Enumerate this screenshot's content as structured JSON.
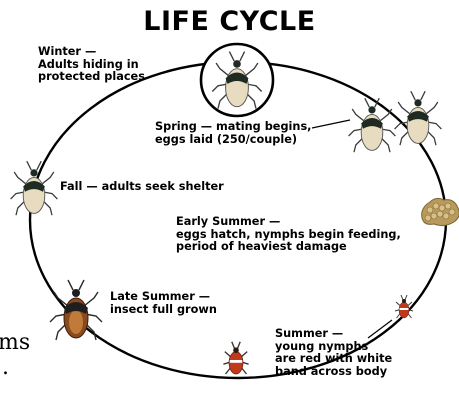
{
  "title": "LIFE CYCLE",
  "stages": [
    {
      "name": "Winter",
      "text": "Adults hiding in\nprotected places"
    },
    {
      "name": "Spring",
      "text": "mating begins,\neggs laid (250/couple)"
    },
    {
      "name": "Early Summer",
      "text": "eggs hatch, nymphs begin feeding,\nperiod of heaviest damage"
    },
    {
      "name": "Summer",
      "text": "young nymphs\nare red with white\nband across body"
    },
    {
      "name": "Late Summer",
      "text": "insect full grown"
    },
    {
      "name": "Fall",
      "text": "adults seek shelter"
    }
  ],
  "edge_text": {
    "line1": "ms",
    "line2": "."
  },
  "colors": {
    "adult_body": "#e8dcc0",
    "adult_head": "#1e2a22",
    "egg_cluster": "#b89a5a",
    "nymph_red": "#c0391b",
    "late_body": "#8a4a1e"
  }
}
